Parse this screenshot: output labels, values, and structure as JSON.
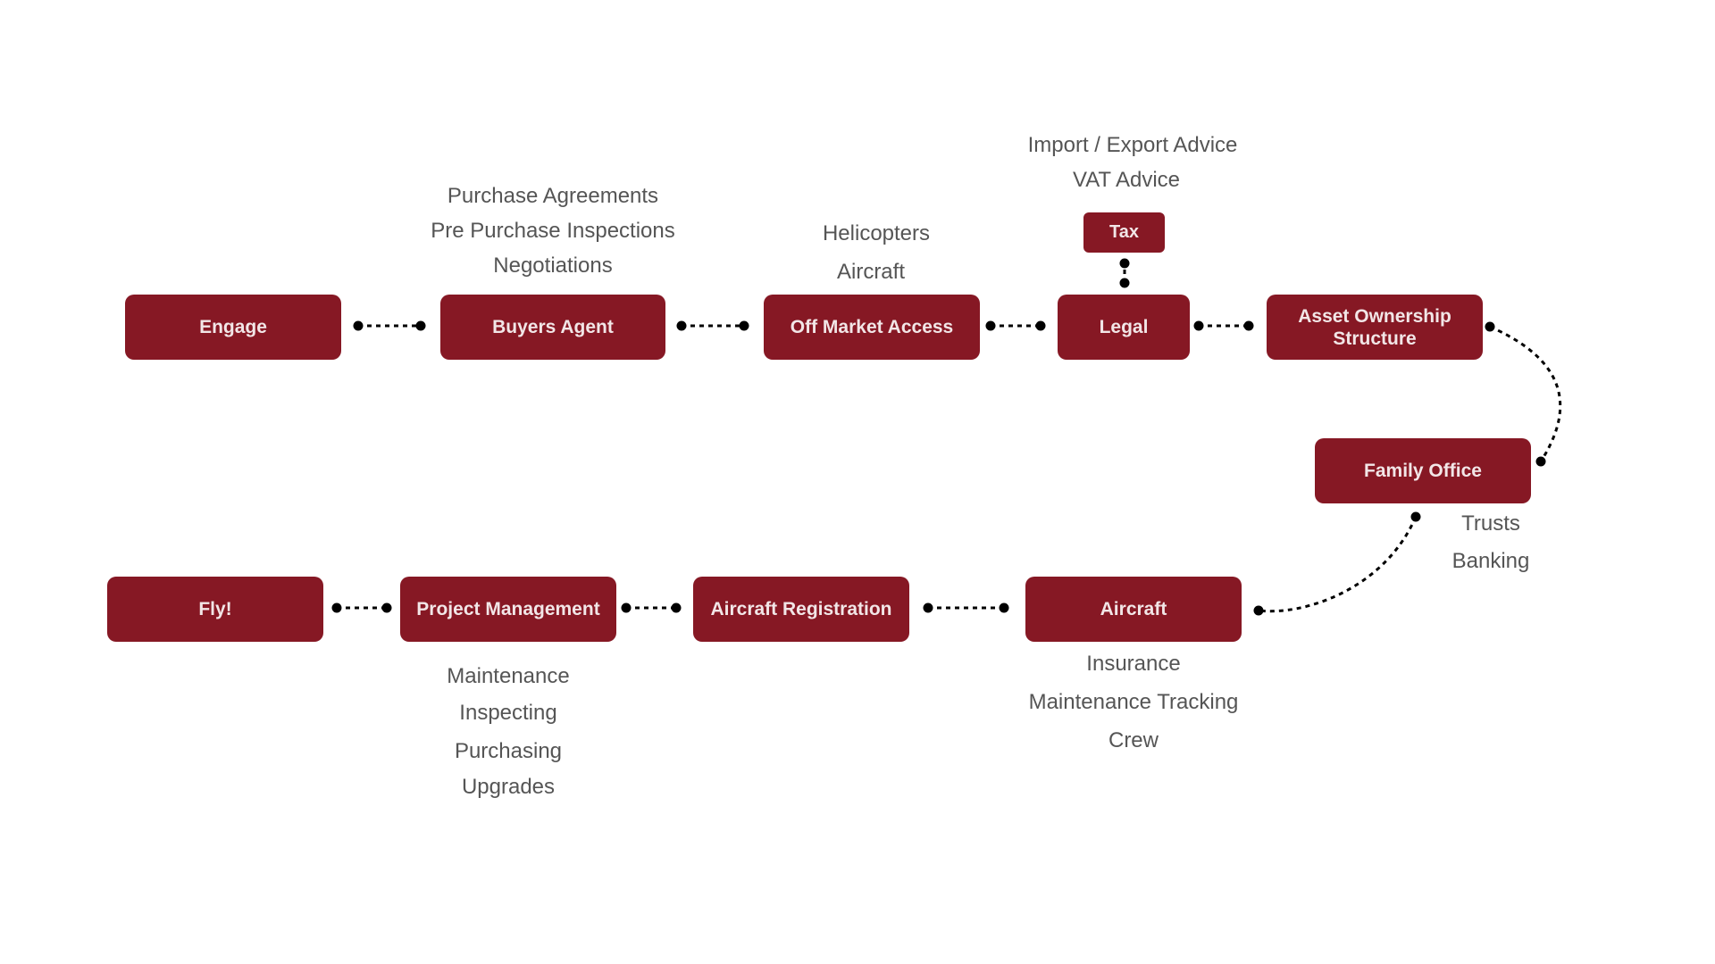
{
  "colors": {
    "node_fill": "#861824",
    "node_text": "#f2e6e7",
    "note_text": "#555555",
    "connector": "#000000"
  },
  "nodes": {
    "engage": "Engage",
    "buyers_agent": "Buyers Agent",
    "off_market_access": "Off Market Access",
    "legal": "Legal",
    "tax": "Tax",
    "asset_ownership_line1": "Asset Ownership",
    "asset_ownership_line2": "Structure",
    "family_office": "Family Office",
    "aircraft": "Aircraft",
    "aircraft_registration": "Aircraft Registration",
    "project_management": "Project Management",
    "fly": "Fly!"
  },
  "notes": {
    "buyers_agent": [
      "Purchase Agreements",
      "Pre Purchase Inspections",
      "Negotiations"
    ],
    "off_market_access": [
      "Helicopters",
      "Aircraft"
    ],
    "tax": [
      "Import / Export Advice",
      "VAT Advice"
    ],
    "family_office": [
      "Trusts",
      "Banking"
    ],
    "aircraft": [
      "Insurance",
      "Maintenance Tracking",
      "Crew"
    ],
    "project_management": [
      "Maintenance",
      "Inspecting",
      "Purchasing",
      "Upgrades"
    ]
  }
}
